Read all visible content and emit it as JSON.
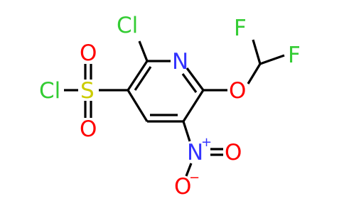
{
  "molecule": {
    "atoms": {
      "cl_ring": {
        "label": "Cl",
        "color": "#33cc33"
      },
      "n_ring": {
        "label": "N",
        "color": "#3333ff"
      },
      "o_ether": {
        "label": "O",
        "color": "#ff0000"
      },
      "f_top": {
        "label": "F",
        "color": "#33cc33"
      },
      "f_right": {
        "label": "F",
        "color": "#33cc33"
      },
      "cl_sulfonyl": {
        "label": "Cl",
        "color": "#33cc33"
      },
      "s_sulfonyl": {
        "label": "S",
        "color": "#cccc00"
      },
      "o_sulfonyl_top": {
        "label": "O",
        "color": "#ff0000"
      },
      "o_sulfonyl_bottom": {
        "label": "O",
        "color": "#ff0000"
      },
      "n_nitro": {
        "label": "N",
        "color": "#3333ff"
      },
      "n_nitro_charge": {
        "label": "+",
        "color": "#3333ff"
      },
      "o_nitro_double": {
        "label": "O",
        "color": "#ff0000"
      },
      "o_nitro_single": {
        "label": "O",
        "color": "#ff0000"
      },
      "o_nitro_charge": {
        "label": "−",
        "color": "#ff0000"
      }
    },
    "bond_color": "#000000"
  }
}
